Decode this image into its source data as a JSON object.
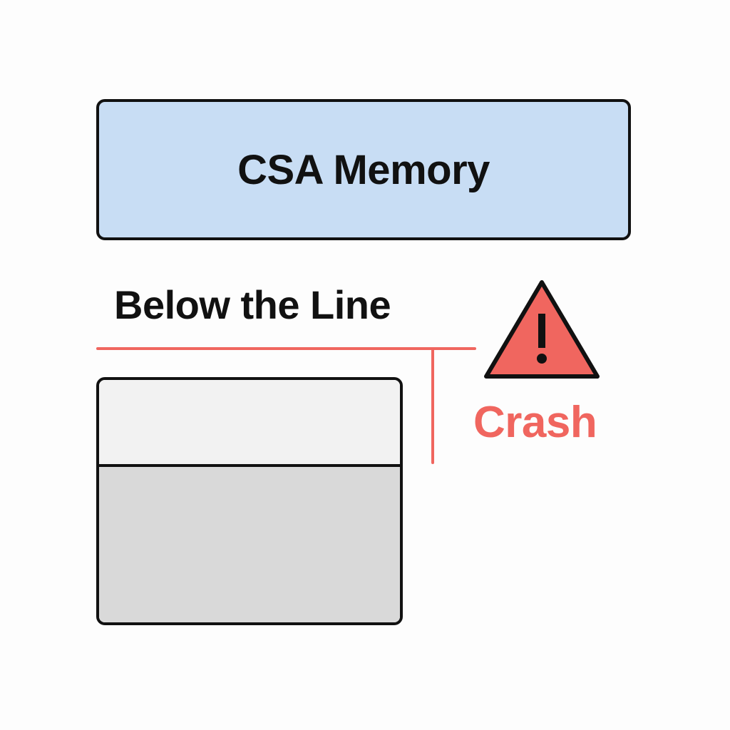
{
  "diagram": {
    "csa_box": {
      "label": "CSA Memory",
      "fill": "#c8ddf4"
    },
    "line_label": "Below the Line",
    "line_color": "#f0665f",
    "warning": {
      "icon": "warning-triangle-icon",
      "label": "Crash",
      "color": "#f0665f"
    },
    "memory_block": {
      "segments": [
        {
          "name": "upper-segment",
          "fill": "#f2f2f2"
        },
        {
          "name": "lower-segment",
          "fill": "#d9d9d9"
        }
      ]
    }
  }
}
